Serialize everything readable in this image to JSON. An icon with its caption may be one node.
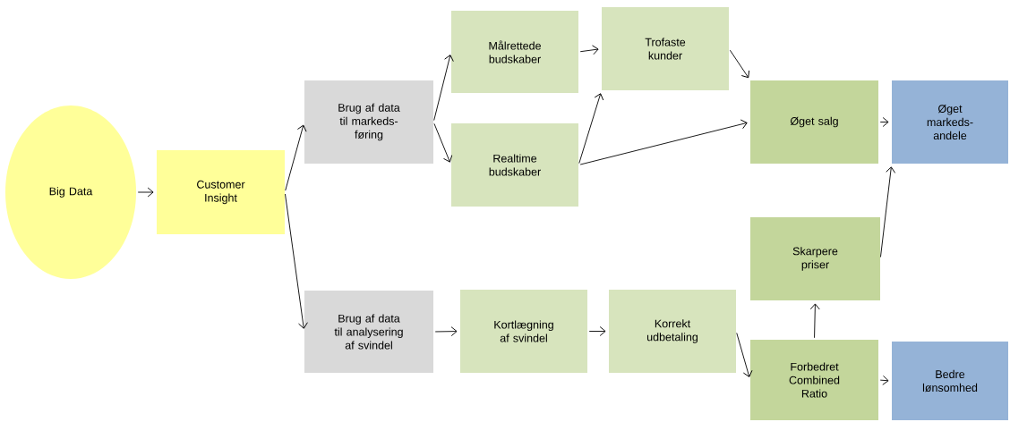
{
  "diagram": {
    "nodes": [
      {
        "text": [
          "Big Data"
        ]
      },
      {
        "text": [
          "Customer Insight"
        ]
      },
      {
        "text": [
          "Brug af data til markeds-føring"
        ]
      },
      {
        "text": [
          "Brug af data til analysering af svindel"
        ]
      },
      {
        "text": [
          "Målrettede budskaber"
        ]
      },
      {
        "text": [
          "Realtime budskaber"
        ]
      },
      {
        "text": [
          "Trofaste kunder"
        ]
      },
      {
        "text": [
          "Øget salg"
        ]
      },
      {
        "text": [
          "Øget markeds-andele"
        ]
      },
      {
        "text": [
          "Skarpere priser"
        ]
      },
      {
        "text": [
          "Kortlægning af svindel"
        ]
      },
      {
        "text": [
          "Korrekt udbetaling"
        ]
      },
      {
        "text": [
          "Forbedret Combined Ratio"
        ]
      },
      {
        "text": [
          "Bedre lønsomhed"
        ]
      }
    ],
    "edges": [
      {
        "from": 0,
        "to": 1,
        "arrow": "to"
      },
      {
        "from": 1,
        "to": 2,
        "arrow": "to"
      },
      {
        "from": 1,
        "to": 3,
        "arrow": "to"
      },
      {
        "from": 2,
        "to": 4,
        "arrow": "to"
      },
      {
        "from": 2,
        "to": 5,
        "arrow": "to"
      },
      {
        "from": 4,
        "to": 6,
        "arrow": "to"
      },
      {
        "from": 5,
        "to": 6,
        "arrow": "to"
      },
      {
        "from": 5,
        "to": 7,
        "arrow": "to"
      },
      {
        "from": 6,
        "to": 7,
        "arrow": "to"
      },
      {
        "from": 7,
        "to": 8,
        "arrow": "to"
      },
      {
        "from": 3,
        "to": 10,
        "arrow": "to"
      },
      {
        "from": 10,
        "to": 11,
        "arrow": "to"
      },
      {
        "from": 11,
        "to": 12,
        "arrow": "to"
      },
      {
        "from": 12,
        "to": 9,
        "arrow": "to"
      },
      {
        "from": 9,
        "to": 8,
        "arrow": "to"
      },
      {
        "from": 12,
        "to": 13,
        "arrow": "to"
      }
    ]
  }
}
